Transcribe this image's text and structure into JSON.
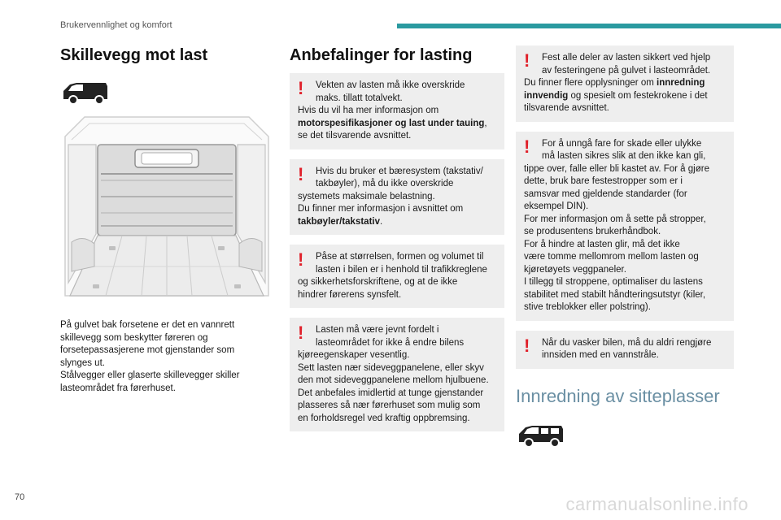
{
  "header": {
    "title": "Brukervennlighet og komfort",
    "accent_color": "#2a9aa0"
  },
  "page_number": "70",
  "watermark": "carmanualsonline.info",
  "left": {
    "title": "Skillevegg mot last",
    "van_icon": "van-side-icon",
    "illustration": "cargo-area-partition-illustration",
    "lines": [
      "På gulvet bak forsetene er det en vannrett",
      "skillevegg som beskytter føreren og",
      "forsetepassasjerene mot gjenstander som",
      "slynges ut.",
      "Stålvegger eller glaserte skillevegger skiller",
      "lasteområdet fra førerhuset."
    ]
  },
  "middle": {
    "title": "Anbefalinger for lasting",
    "warnings": [
      {
        "first": [
          "Vekten av lasten må ikke overskride",
          "maks. tillatt totalvekt."
        ],
        "rest_pre": [
          "Hvis du vil ha mer informasjon om"
        ],
        "bold": "motorspesifikasjoner og last under tauing",
        "rest_post": ", se det tilsvarende avsnittet."
      },
      {
        "first": [
          "Hvis du bruker et bæresystem (takstativ/",
          "takbøyler), må du ikke overskride"
        ],
        "rest_pre": [
          "systemets maksimale belastning.",
          "Du finner mer informasjon i avsnittet om"
        ],
        "bold": "takbøyler/takstativ",
        "rest_post": "."
      },
      {
        "first": [
          "Påse at størrelsen, formen og volumet til",
          "lasten i bilen er i henhold til trafikkreglene"
        ],
        "rest_pre": [
          "og sikkerhetsforskriftene, og at de ikke",
          "hindrer førerens synsfelt."
        ],
        "bold": "",
        "rest_post": ""
      },
      {
        "first": [
          "Lasten må være jevnt fordelt i",
          "lasteområdet for ikke å endre bilens"
        ],
        "rest_pre": [
          "kjøreegenskaper vesentlig.",
          "Sett lasten nær sideveggpanelene, eller skyv",
          "den mot sideveggpanelene mellom hjulbuene.",
          "Det anbefales imidlertid at tunge gjenstander",
          "plasseres så nær førerhuset som mulig som",
          "en forholdsregel ved kraftig oppbremsing."
        ],
        "bold": "",
        "rest_post": ""
      }
    ]
  },
  "right": {
    "warnings": [
      {
        "first": [
          "Fest alle deler av lasten sikkert ved hjelp",
          "av festeringene på gulvet i lasteområdet."
        ],
        "rest_pre": [
          "Du finner flere opplysninger om"
        ],
        "bold": "innredning innvendig",
        "rest_post": " og spesielt om festekrokene i det tilsvarende avsnittet."
      },
      {
        "first": [
          "For å unngå fare for skade eller ulykke",
          "må lasten sikres slik at den ikke kan gli,"
        ],
        "rest_pre": [
          "tippe over, falle eller bli kastet av. For å gjøre",
          "dette, bruk bare festestropper som er i",
          "samsvar med gjeldende standarder (for",
          "eksempel DIN).",
          "For mer informasjon om å sette på stropper,",
          "se produsentens brukerhåndbok.",
          "For å hindre at lasten glir, må det ikke",
          "være tomme mellomrom mellom lasten og",
          "kjøretøyets veggpaneler.",
          "I tillegg til stroppene, optimaliser du lastens",
          "stabilitet med stabilt håndteringsutstyr (kiler,",
          "stive treblokker eller polstring)."
        ],
        "bold": "",
        "rest_post": ""
      },
      {
        "first": [
          "Når du vasker bilen, må du aldri rengjøre",
          "innsiden med en vannstråle."
        ],
        "rest_pre": [],
        "bold": "",
        "rest_post": ""
      }
    ],
    "section_title": "Innredning av sitteplasser",
    "van_icon": "minivan-side-icon"
  },
  "warning_icon": "exclamation-warning-icon",
  "warning_color": "#e0202a",
  "warning_bg": "#eeeeee"
}
